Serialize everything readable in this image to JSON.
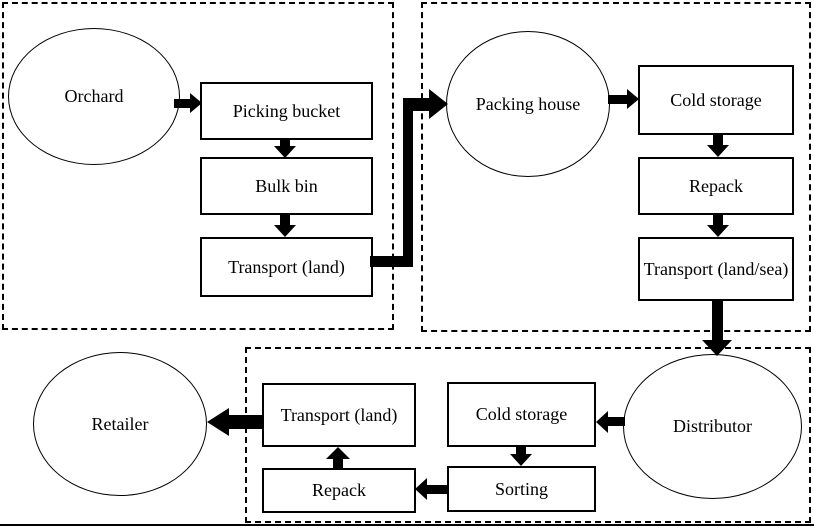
{
  "diagram": {
    "background_color": "#ffffff",
    "stroke_color": "#000000",
    "text_color": "#000000",
    "nodes": {
      "orchard": {
        "label": "Orchard",
        "shape": "ellipse"
      },
      "picking_bucket": {
        "label": "Picking bucket",
        "shape": "rect"
      },
      "bulk_bin": {
        "label": "Bulk bin",
        "shape": "rect"
      },
      "transport_land_1": {
        "label": "Transport (land)",
        "shape": "rect"
      },
      "packing_house": {
        "label": "Packing house",
        "shape": "ellipse"
      },
      "cold_storage_1": {
        "label": "Cold storage",
        "shape": "rect"
      },
      "repack_1": {
        "label": "Repack",
        "shape": "rect"
      },
      "transport_land_sea": {
        "label": "Transport (land/sea)",
        "shape": "rect"
      },
      "distributor": {
        "label": "Distributor",
        "shape": "ellipse"
      },
      "cold_storage_2": {
        "label": "Cold storage",
        "shape": "rect"
      },
      "sorting": {
        "label": "Sorting",
        "shape": "rect"
      },
      "repack_2": {
        "label": "Repack",
        "shape": "rect"
      },
      "transport_land_2": {
        "label": "Transport (land)",
        "shape": "rect"
      },
      "retailer": {
        "label": "Retailer",
        "shape": "ellipse"
      }
    },
    "edges": [
      {
        "from": "orchard",
        "to": "picking_bucket"
      },
      {
        "from": "picking_bucket",
        "to": "bulk_bin"
      },
      {
        "from": "bulk_bin",
        "to": "transport_land_1"
      },
      {
        "from": "transport_land_1",
        "to": "packing_house"
      },
      {
        "from": "packing_house",
        "to": "cold_storage_1"
      },
      {
        "from": "cold_storage_1",
        "to": "repack_1"
      },
      {
        "from": "repack_1",
        "to": "transport_land_sea"
      },
      {
        "from": "transport_land_sea",
        "to": "distributor"
      },
      {
        "from": "distributor",
        "to": "cold_storage_2"
      },
      {
        "from": "cold_storage_2",
        "to": "sorting"
      },
      {
        "from": "sorting",
        "to": "repack_2"
      },
      {
        "from": "repack_2",
        "to": "transport_land_2"
      },
      {
        "from": "transport_land_2",
        "to": "retailer"
      }
    ]
  }
}
